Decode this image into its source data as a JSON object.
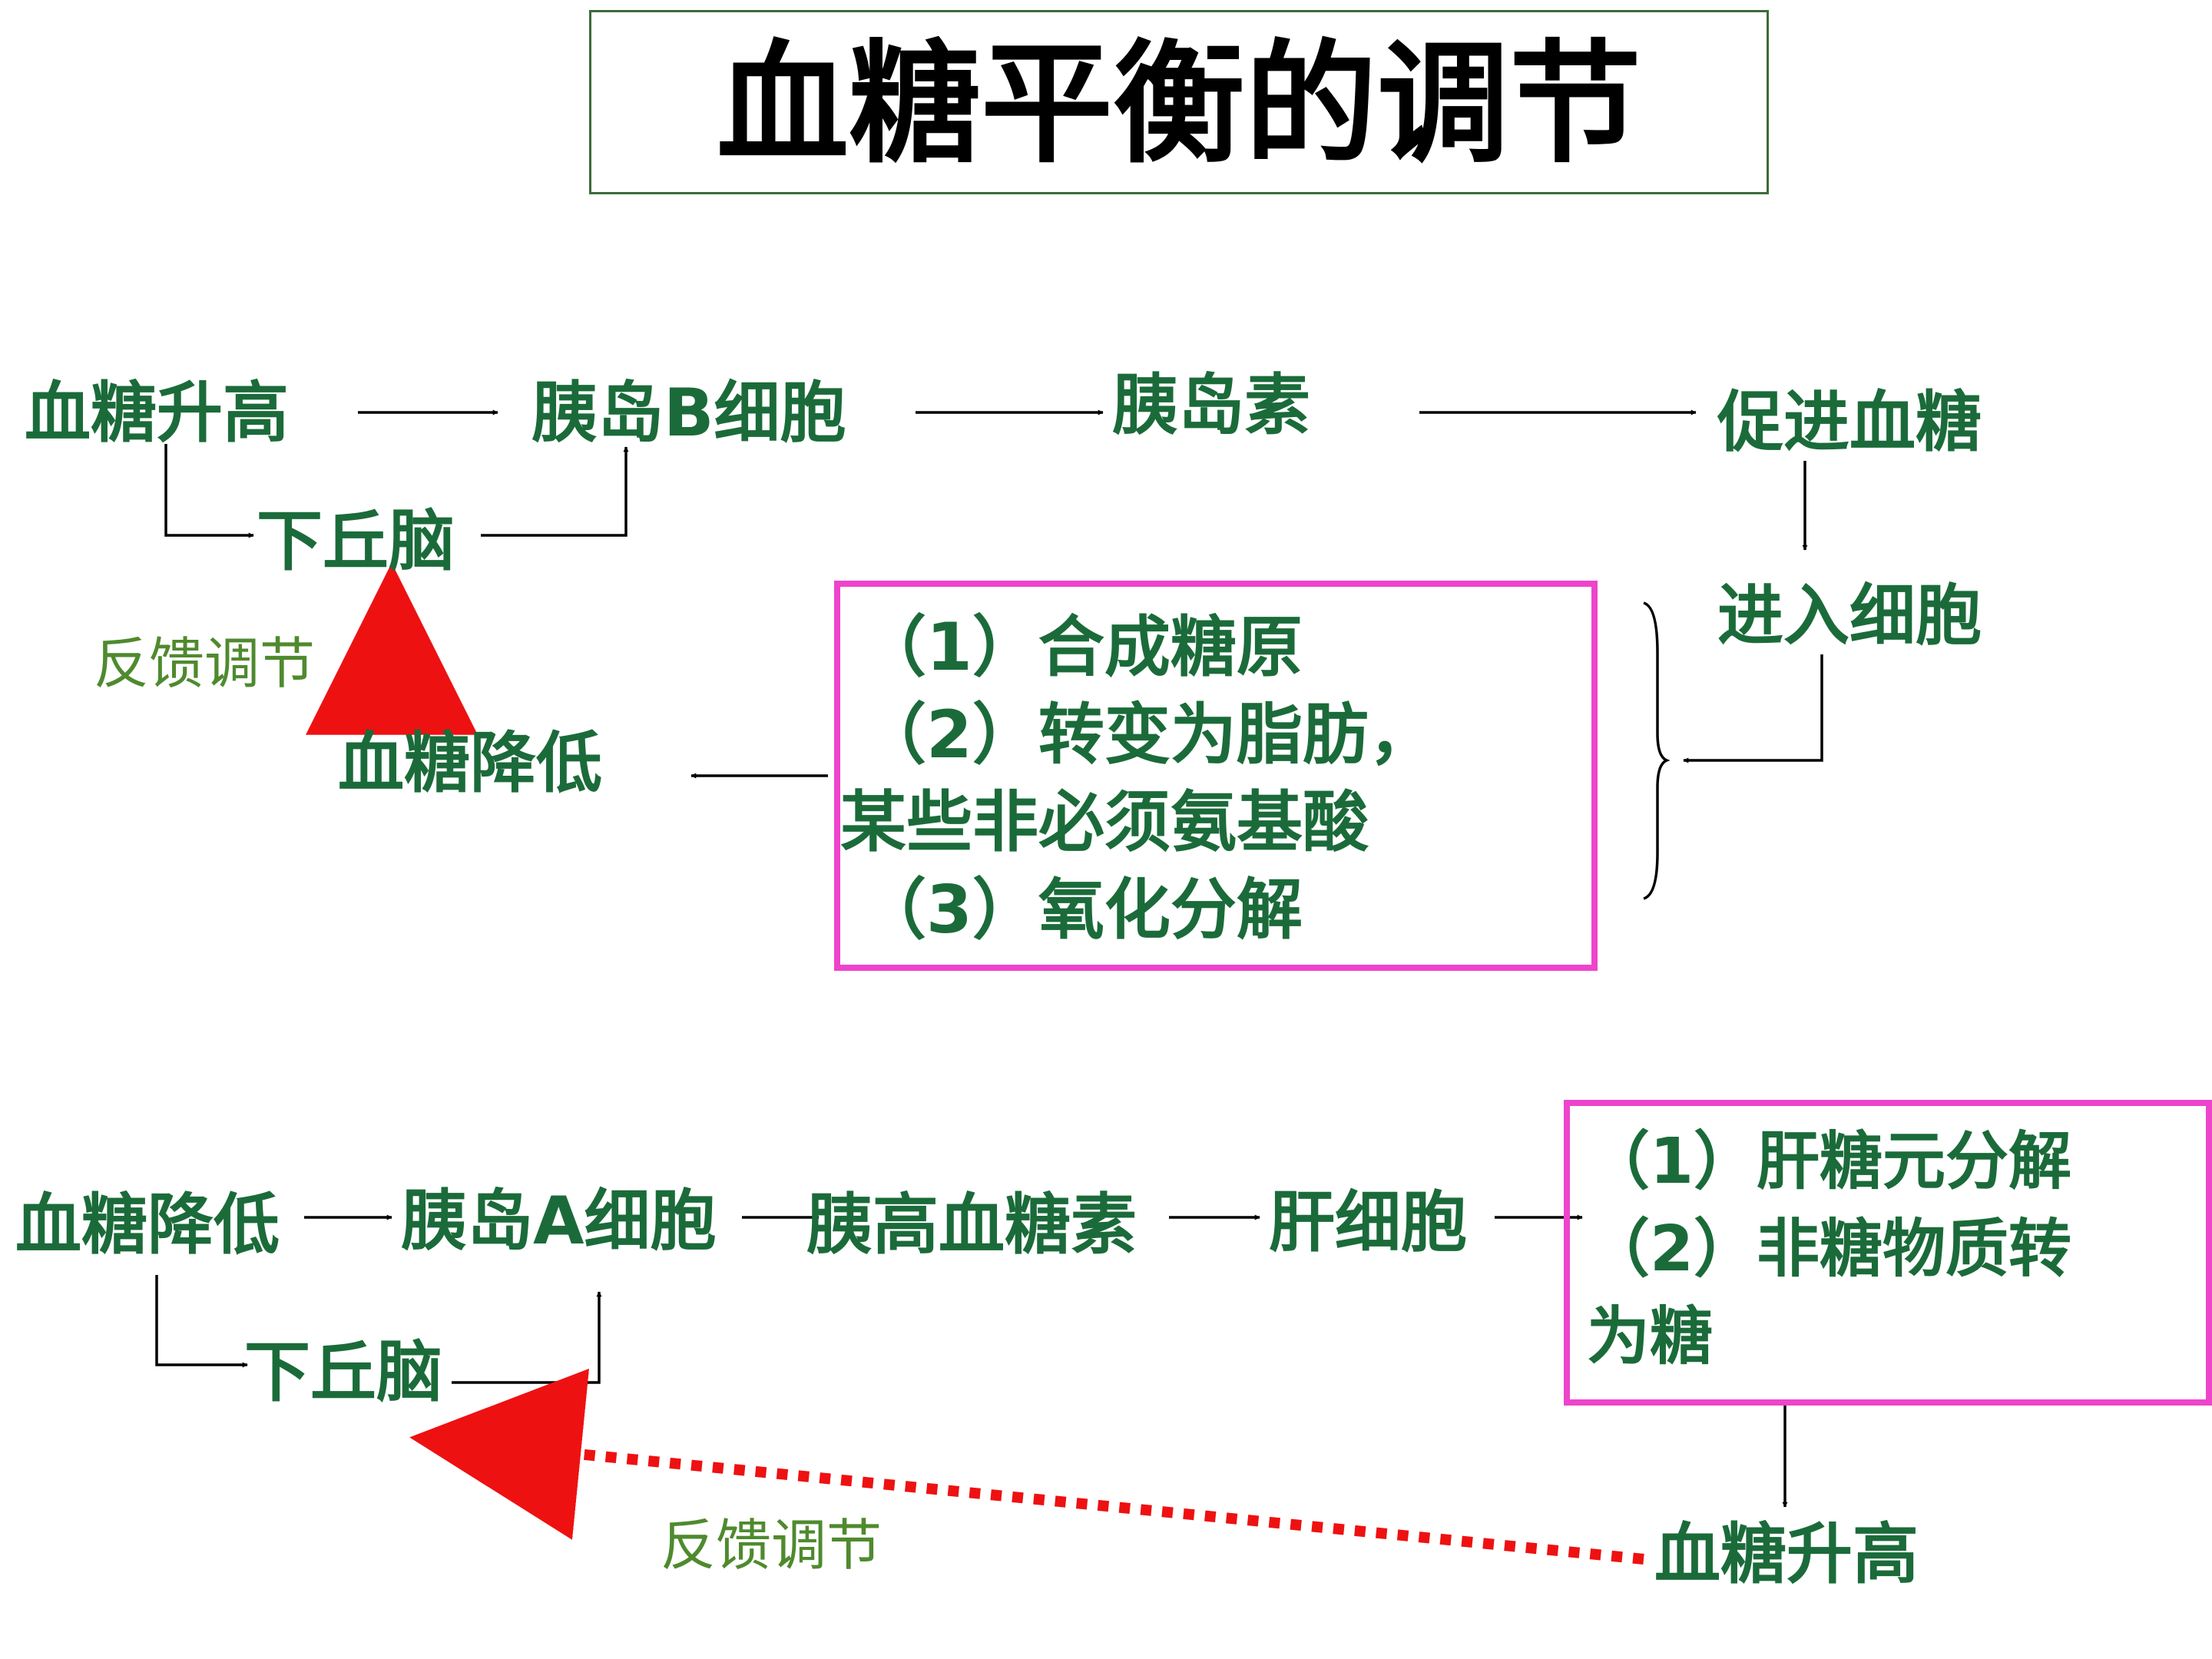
{
  "title": "血糖平衡的调节",
  "upper": {
    "n1": "血糖升高",
    "n2": "胰岛B细胞",
    "n3": "胰岛素",
    "n4": "促进血糖",
    "n5": "下丘脑",
    "n6": "进入细胞",
    "n7": "血糖降低",
    "feedback": "反馈调节",
    "box_lines": [
      "（1）合成糖原",
      "（2）转变为脂肪，",
      "某些非必须氨基酸",
      "（3）氧化分解"
    ]
  },
  "lower": {
    "n1": "血糖降低",
    "n2": "胰岛A细胞",
    "n3": "胰高血糖素",
    "n4": "肝细胞",
    "n5": "下丘脑",
    "n6": "血糖升高",
    "feedback": "反馈调节",
    "box_lines": [
      "（1）肝糖元分解",
      "（2）非糖物质转",
      "为糖"
    ]
  },
  "colors": {
    "node_text": "#1b6b3a",
    "feedback_text": "#4f8a2e",
    "box_border": "#ee44cc",
    "feedback_arrow": "#ee1111",
    "title_border": "#3d6b3a"
  }
}
